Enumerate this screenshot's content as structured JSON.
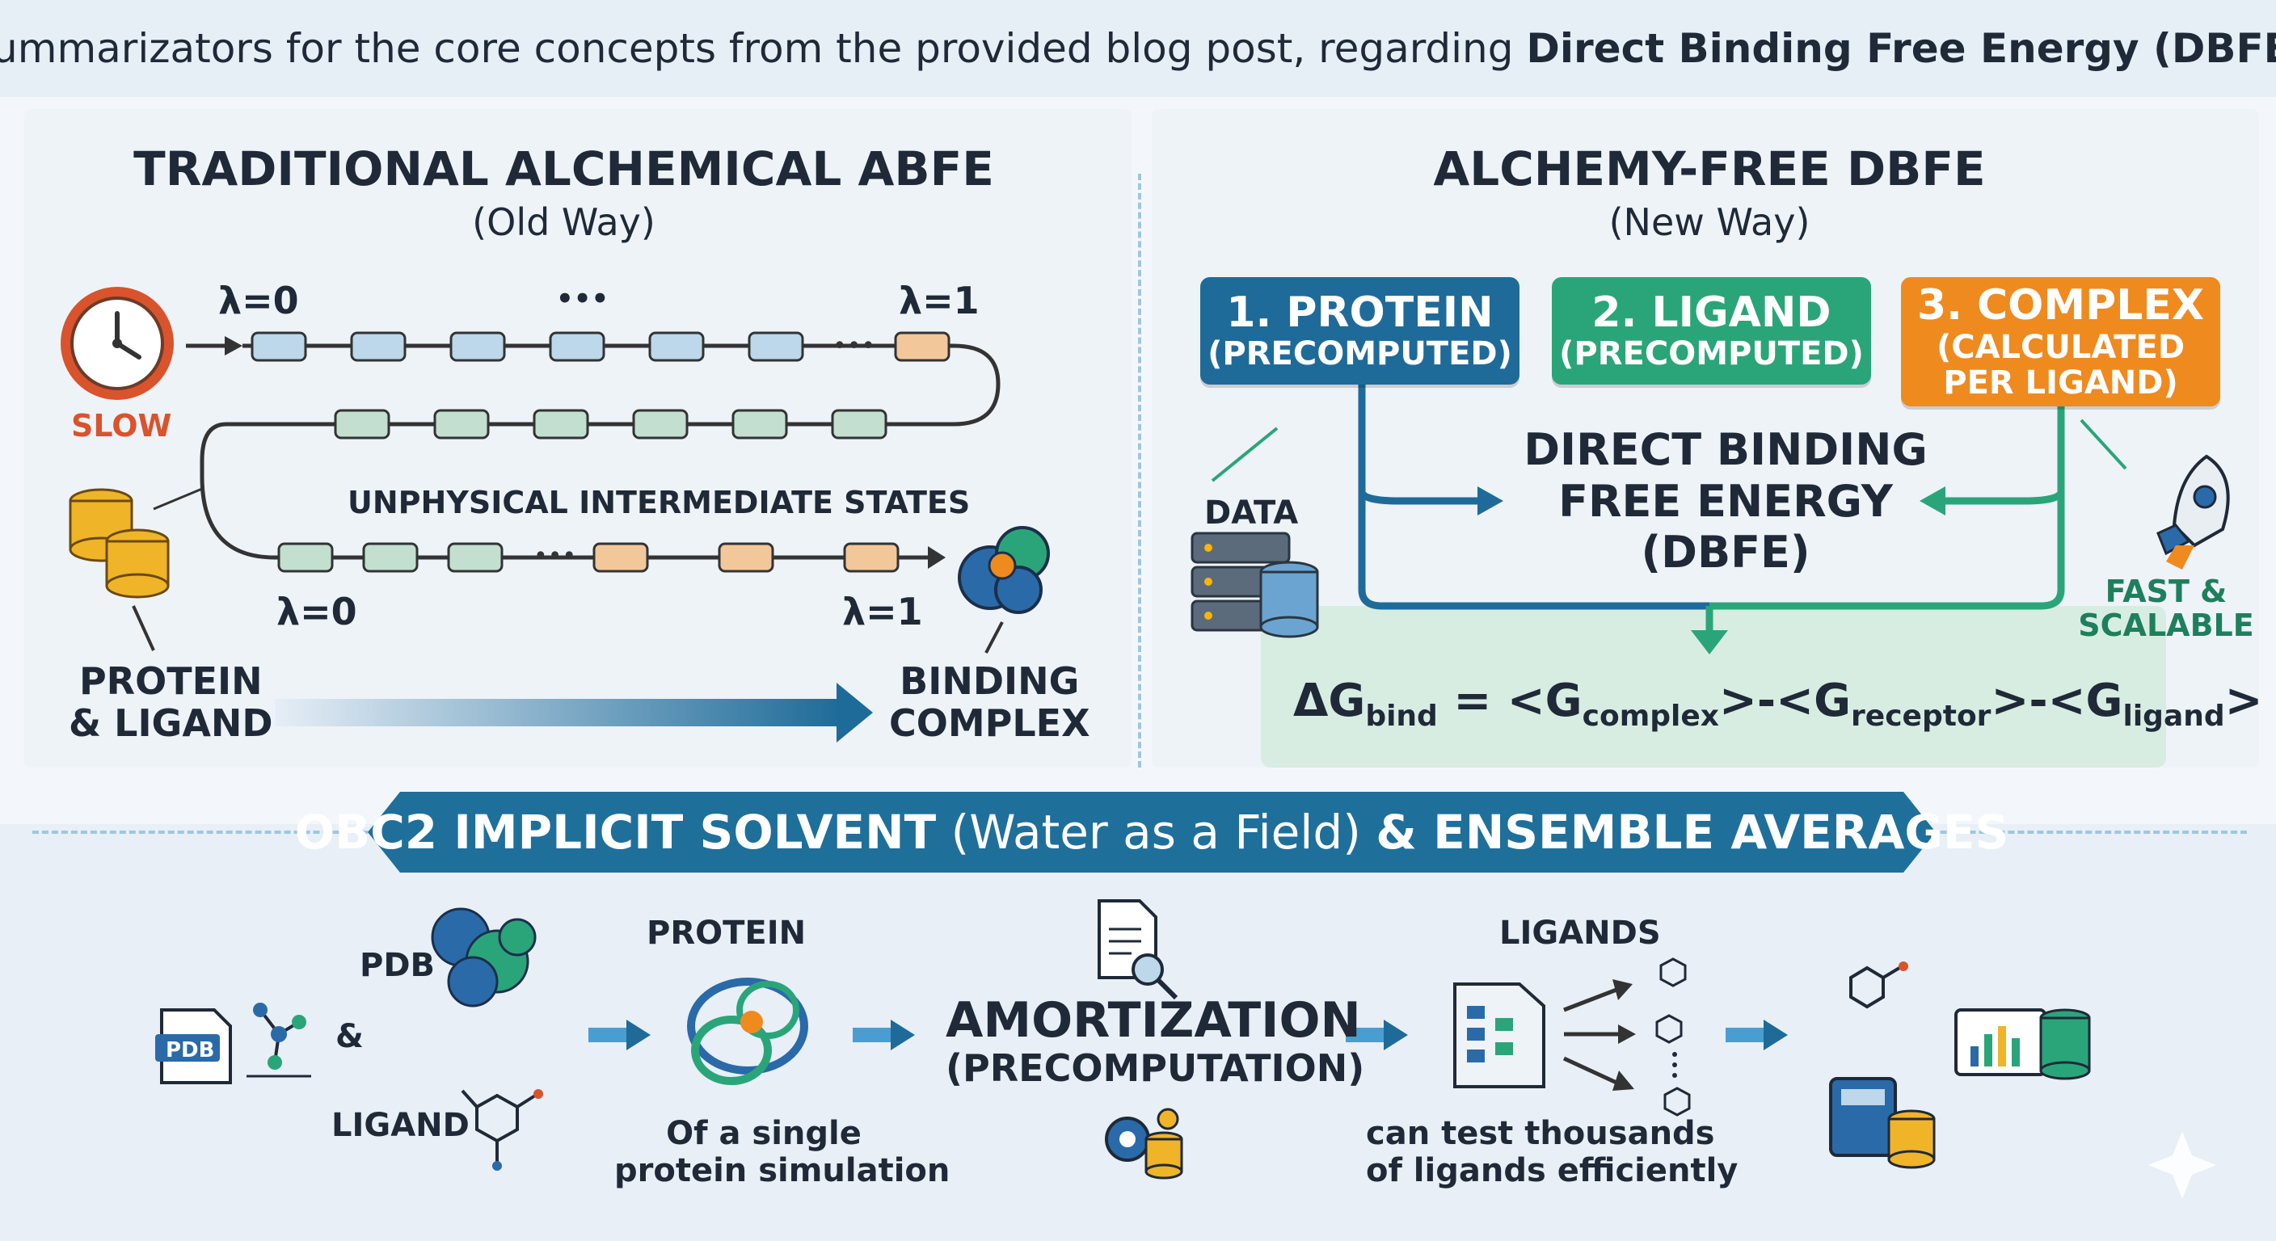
{
  "header": {
    "text": "Summarizators for the core concepts from the provided blog post, regarding ",
    "bold": "Direct Binding Free Energy (DBFE)"
  },
  "left": {
    "title": "TRADITIONAL ALCHEMICAL ABFE",
    "subtitle": "(Old Way)",
    "lambda_start_top": "λ=0",
    "lambda_dots_top": "•••",
    "lambda_end_top": "λ=1",
    "slow_label": "SLOW",
    "unphysical_label": "UNPHYSICAL INTERMEDIATE STATES",
    "lambda_start_bottom": "λ=0",
    "lambda_end_bottom": "λ=1",
    "protein_ligand": [
      "PROTEIN",
      "& LIGAND"
    ],
    "binding_complex": [
      "BINDING",
      "COMPLEX"
    ]
  },
  "right": {
    "title": "ALCHEMY-FREE DBFE",
    "subtitle": "(New Way)",
    "box1": [
      "1. PROTEIN",
      "(PRECOMPUTED)"
    ],
    "box2": [
      "2. LIGAND",
      "(PRECOMPUTED)"
    ],
    "box3": [
      "3. COMPLEX",
      "(CALCULATED",
      "PER LIGAND)"
    ],
    "center": [
      "DIRECT BINDING",
      "FREE ENERGY",
      "(DBFE)"
    ],
    "data_label": "DATA",
    "fast_label": [
      "FAST &",
      "SCALABLE"
    ],
    "formula": {
      "delta_g": "ΔG",
      "bind": "bind",
      "eq": " = <G",
      "complex": "complex",
      "mid1": ">-<G",
      "receptor": "receptor",
      "mid2": ">-<G",
      "ligand": "ligand",
      "end": ">"
    }
  },
  "banner": {
    "part1": "OBC2 IMPLICIT SOLVENT",
    "part2": " (Water as a Field) ",
    "part3": "& ENSEMBLE AVERAGES"
  },
  "bottom": {
    "pdb_label": "PDB",
    "pdb_badge": "PDB",
    "amp": "&",
    "ligand_label": "LIGAND",
    "protein_label": "PROTEIN",
    "single_sim": [
      "Of a single",
      "protein simulation"
    ],
    "amortization": "AMORTIZATION",
    "precomputation": "(PRECOMPUTATION)",
    "ligands_label": "LIGANDS",
    "thousands": [
      "can test thousands",
      "of ligands efficiently"
    ]
  },
  "colors": {
    "blue": "#1e6b99",
    "green": "#2aa57a",
    "orange": "#ef8a1f",
    "banner": "#1f6f9b"
  }
}
